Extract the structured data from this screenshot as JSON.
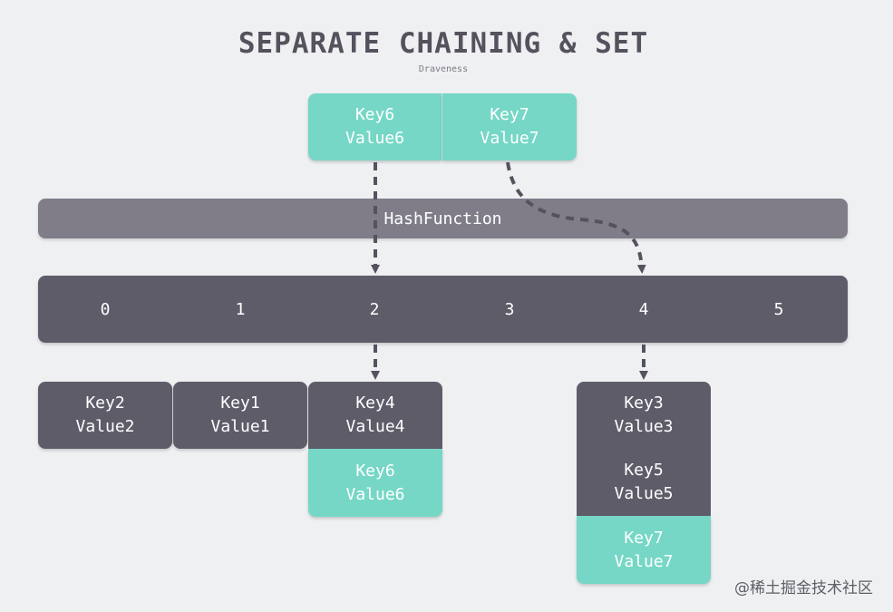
{
  "title": "SEPARATE CHAINING & SET",
  "subtitle": "Draveness",
  "hash_function_label": "HashFunction",
  "incoming": [
    {
      "key": "Key6",
      "value": "Value6"
    },
    {
      "key": "Key7",
      "value": "Value7"
    }
  ],
  "buckets": [
    "0",
    "1",
    "2",
    "3",
    "4",
    "5"
  ],
  "chains": {
    "bucket0": [
      {
        "key": "Key2",
        "value": "Value2"
      }
    ],
    "bucket1": [
      {
        "key": "Key1",
        "value": "Value1"
      }
    ],
    "bucket2": [
      {
        "key": "Key4",
        "value": "Value4"
      },
      {
        "key": "Key6",
        "value": "Value6"
      }
    ],
    "bucket4": [
      {
        "key": "Key3",
        "value": "Value3"
      },
      {
        "key": "Key5",
        "value": "Value5"
      },
      {
        "key": "Key7",
        "value": "Value7"
      }
    ]
  },
  "watermark": "@稀土掘金技术社区",
  "colors": {
    "background": "#eff0f2",
    "dark_node": "#5f5c6a",
    "hash_bar": "#807d89",
    "highlight_node": "#76d7c6",
    "arrow": "#55525e"
  }
}
